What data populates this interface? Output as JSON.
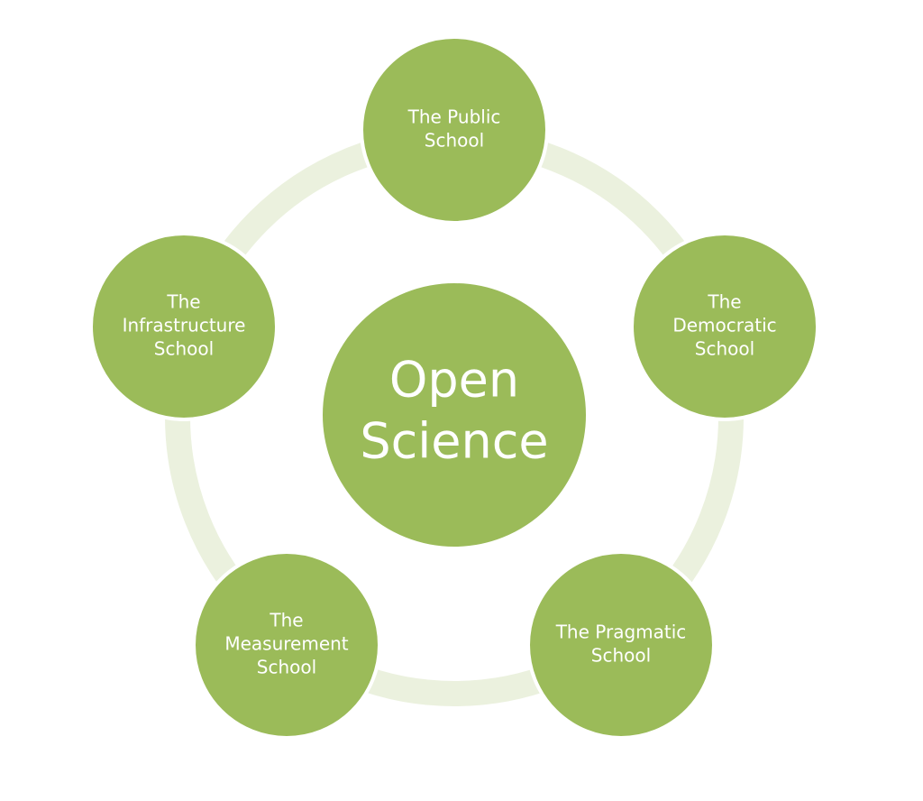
{
  "colors": {
    "node_fill": "#9bbb59",
    "node_border": "#ffffff",
    "ring": "#ebf1de",
    "text": "#ffffff"
  },
  "center": {
    "label_lines": [
      "Open",
      "Science"
    ]
  },
  "schools": [
    {
      "id": "public",
      "label_lines": [
        "The Public",
        "School"
      ]
    },
    {
      "id": "democratic",
      "label_lines": [
        "The",
        "Democratic",
        "School"
      ]
    },
    {
      "id": "pragmatic",
      "label_lines": [
        "The Pragmatic",
        "School"
      ]
    },
    {
      "id": "measurement",
      "label_lines": [
        "The",
        "Measurement",
        "School"
      ]
    },
    {
      "id": "infrastructure",
      "label_lines": [
        "The",
        "Infrastructure",
        "School"
      ]
    }
  ]
}
